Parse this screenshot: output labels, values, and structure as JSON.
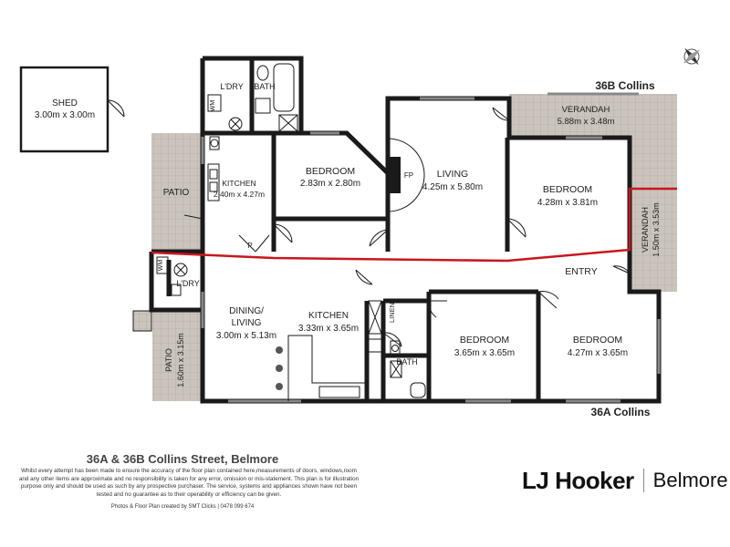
{
  "rooms": {
    "shed": {
      "name": "SHED",
      "size": "3.00m x 3.00m"
    },
    "laundry_top": {
      "name": "L'DRY"
    },
    "bath_top": {
      "name": "BATH"
    },
    "kitchen_top": {
      "name": "KITCHEN",
      "size": "2.40m x 4.27m"
    },
    "patio_top": {
      "name": "PATIO"
    },
    "bedroom_1": {
      "name": "BEDROOM",
      "size": "2.83m x 2.80m"
    },
    "fireplace": {
      "name": "FP"
    },
    "living": {
      "name": "LIVING",
      "size": "4.25m x 5.80m"
    },
    "bedroom_2": {
      "name": "BEDROOM",
      "size": "4.28m x 3.81m"
    },
    "verandah_top": {
      "name": "VERANDAH",
      "size": "5.88m x 3.48m"
    },
    "verandah_side": {
      "name": "VERANDAH",
      "size": "1.50m x 3.53m"
    },
    "entry": {
      "name": "ENTRY"
    },
    "pantry": {
      "name": "P"
    },
    "laundry_bottom": {
      "name": "L'DRY"
    },
    "wm_top": {
      "name": "WM"
    },
    "wm_bottom": {
      "name": "WM"
    },
    "dining_living": {
      "name_line1": "DINING/",
      "name_line2": "LIVING",
      "size": "3.00m x 5.13m"
    },
    "kitchen_bottom": {
      "name": "KITCHEN",
      "size": "3.33m x 3.65m"
    },
    "linen": {
      "name": "LINEN"
    },
    "bath_bottom": {
      "name": "BATH"
    },
    "bedroom_3": {
      "name": "BEDROOM",
      "size": "3.65m x 3.65m"
    },
    "bedroom_4": {
      "name": "BEDROOM",
      "size": "4.27m x 3.65m"
    },
    "patio_bottom": {
      "name": "PATIO",
      "size": "1.60m x 3.15m"
    }
  },
  "street_labels": {
    "top": "36B Collins",
    "bottom": "36A Collins"
  },
  "footer": {
    "title": "36A & 36B Collins Street, Belmore",
    "disclaimer": "Whilst every attempt has been made to ensure the accuracy of the floor plan contained here,measurements of doors, windows,room and any other items are approximate and no responsibility is taken for any error, omission or mis-statement. This plan is for illustration purpose only and should be used as such by any prospective purchaser. The service, systems and appliances shown have not been tested and no guarantee as to their operability or efficiency can be given.",
    "credit": "Photos & Floor Plan created by SMT Clicks | 0478 099 674"
  },
  "logo": {
    "brand": "LJ Hooker",
    "office": "Belmore"
  },
  "colors": {
    "wall": "#1a1a1a",
    "divider": "#c8171e",
    "outdoor": "#c9c2bb",
    "tile_line": "#a8a19a"
  },
  "icons": {
    "compass": "compass-icon"
  }
}
